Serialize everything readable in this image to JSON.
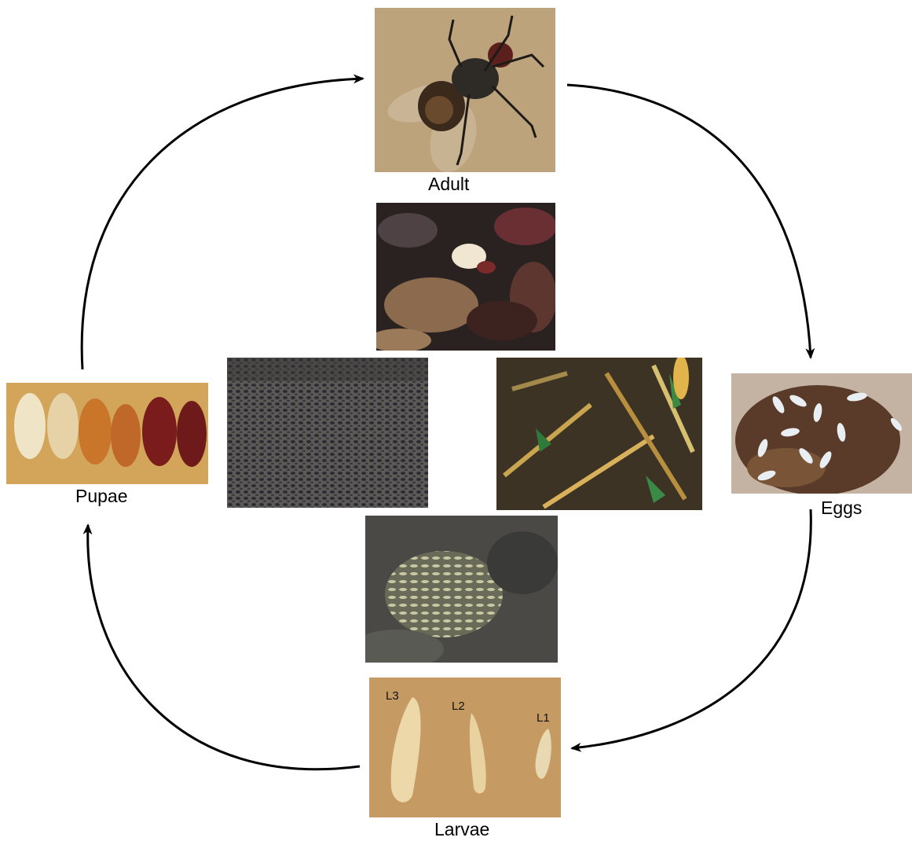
{
  "stages": {
    "adult": "Adult",
    "eggs": "Eggs",
    "larvae": "Larvae",
    "pupae": "Pupae"
  },
  "instars": {
    "l3": "L3",
    "l2": "L2",
    "l1": "L1"
  },
  "colors": {
    "arrow": "#000000",
    "label": "#000000"
  }
}
